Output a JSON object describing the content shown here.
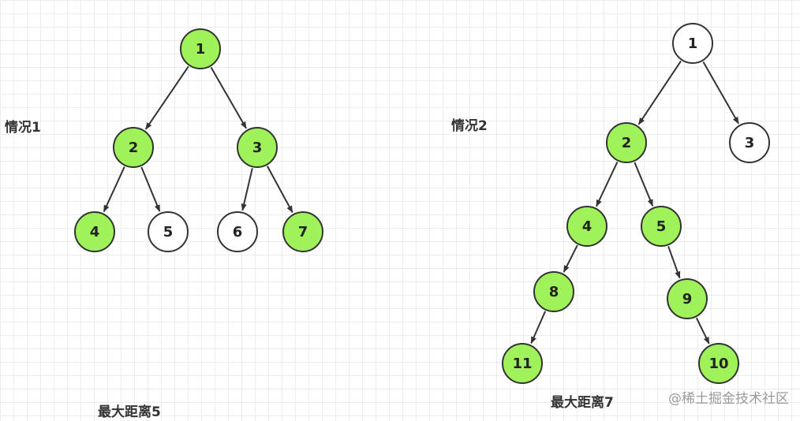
{
  "colors": {
    "highlight": "#a0f25a",
    "plain": "#ffffff",
    "stroke": "#333333"
  },
  "case1": {
    "label": "情况1",
    "caption": "最大距离5",
    "nodes": [
      {
        "id": "1",
        "label": "1",
        "highlight": true
      },
      {
        "id": "2",
        "label": "2",
        "highlight": true
      },
      {
        "id": "3",
        "label": "3",
        "highlight": true
      },
      {
        "id": "4",
        "label": "4",
        "highlight": true
      },
      {
        "id": "5",
        "label": "5",
        "highlight": false
      },
      {
        "id": "6",
        "label": "6",
        "highlight": false
      },
      {
        "id": "7",
        "label": "7",
        "highlight": true
      }
    ],
    "edges": [
      [
        "1",
        "2"
      ],
      [
        "1",
        "3"
      ],
      [
        "2",
        "4"
      ],
      [
        "2",
        "5"
      ],
      [
        "3",
        "6"
      ],
      [
        "3",
        "7"
      ]
    ]
  },
  "case2": {
    "label": "情况2",
    "caption": "最大距离7",
    "nodes": [
      {
        "id": "1",
        "label": "1",
        "highlight": false
      },
      {
        "id": "2",
        "label": "2",
        "highlight": true
      },
      {
        "id": "3",
        "label": "3",
        "highlight": false
      },
      {
        "id": "4",
        "label": "4",
        "highlight": true
      },
      {
        "id": "5",
        "label": "5",
        "highlight": true
      },
      {
        "id": "8",
        "label": "8",
        "highlight": true
      },
      {
        "id": "9",
        "label": "9",
        "highlight": true
      },
      {
        "id": "11",
        "label": "11",
        "highlight": true
      },
      {
        "id": "10",
        "label": "10",
        "highlight": true
      }
    ],
    "edges": [
      [
        "1",
        "2"
      ],
      [
        "1",
        "3"
      ],
      [
        "2",
        "4"
      ],
      [
        "2",
        "5"
      ],
      [
        "4",
        "8"
      ],
      [
        "5",
        "9"
      ],
      [
        "8",
        "11"
      ],
      [
        "9",
        "10"
      ]
    ]
  },
  "watermark": "@稀土掘金技术社区"
}
